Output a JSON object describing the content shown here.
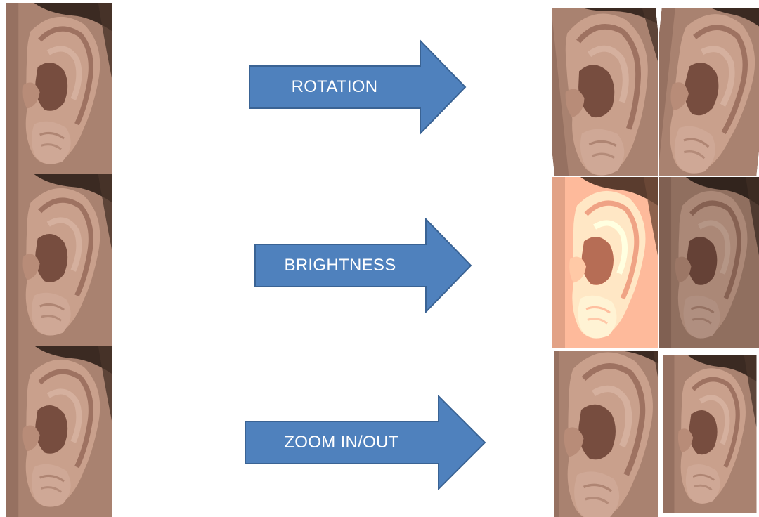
{
  "rows": [
    {
      "label": "ROTATION",
      "output_variants": [
        "rotated-left",
        "rotated-right"
      ]
    },
    {
      "label": "BRIGHTNESS",
      "output_variants": [
        "brighter",
        "darker"
      ]
    },
    {
      "label": "ZOOM IN/OUT",
      "output_variants": [
        "zoomed-in",
        "zoomed-out"
      ]
    }
  ],
  "colors": {
    "arrow_fill": "#4f81bd",
    "arrow_stroke": "#3a6394",
    "skin": "#b08470",
    "hair": "#2a1e18"
  },
  "icons": [
    "ear-image",
    "right-arrow"
  ]
}
